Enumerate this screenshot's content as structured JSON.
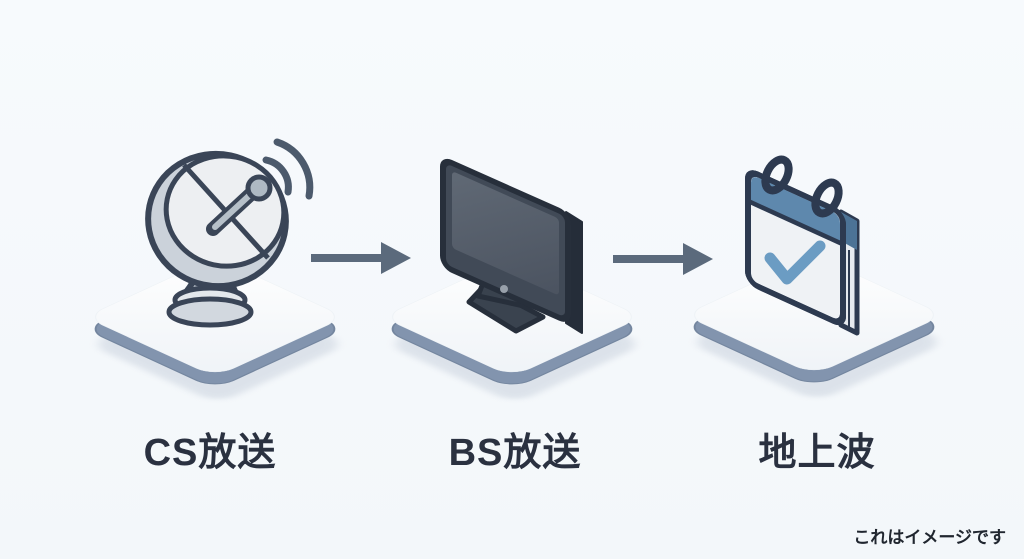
{
  "diagram": {
    "title_hint": "broadcast-flow-diagram",
    "steps": [
      {
        "label": "CS放送",
        "icon": "satellite-dish-icon"
      },
      {
        "label": "BS放送",
        "icon": "tv-monitor-icon"
      },
      {
        "label": "地上波",
        "icon": "calendar-check-icon"
      }
    ],
    "arrows": [
      {
        "name": "flow-arrow-1",
        "direction": "right"
      },
      {
        "name": "flow-arrow-2",
        "direction": "right"
      }
    ],
    "colors": {
      "background": "#f5f8fb",
      "platform_top": "#fbfcfe",
      "platform_side": "#8294ae",
      "platform_shadow": "#cdd5e0",
      "arrow": "#5b6a7c",
      "outline_dark": "#3a4557",
      "tv_body": "#414a57",
      "calendar_blue": "#5e88ad",
      "check_blue": "#6b9cc3",
      "label_text": "#2a3140"
    }
  },
  "footer": {
    "note": "これはイメージです"
  }
}
